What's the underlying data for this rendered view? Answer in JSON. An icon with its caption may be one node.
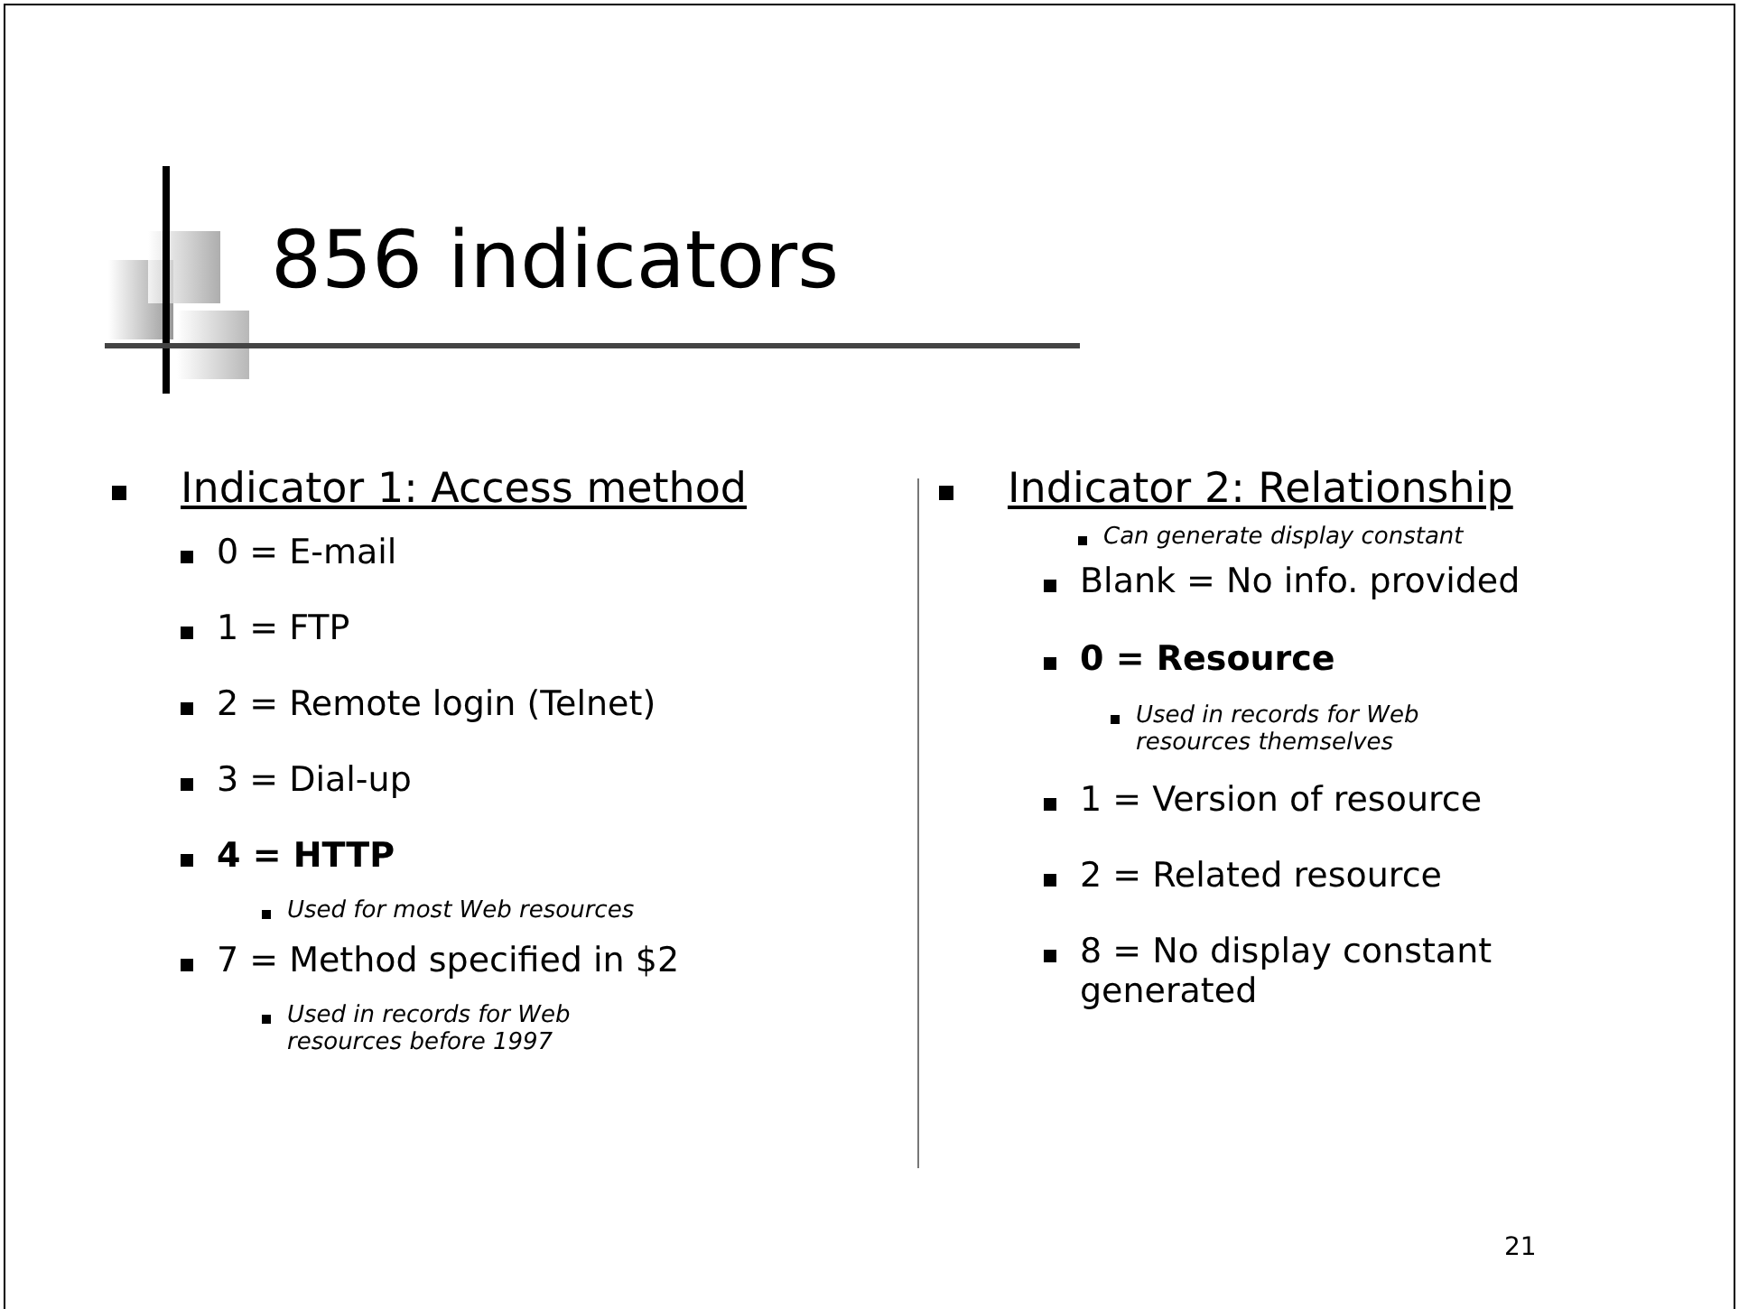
{
  "diagram": {
    "title": "856 indicators",
    "labels": [
      "Indicator 1: Access method",
      "0 = E-mail",
      "1 = FTP",
      "2 = Remote login (Telnet)",
      "3 = Dial-up",
      "4 = HTTP",
      "Used for most Web resources",
      "7 = Method specified in $2",
      "Used in records for Web resources before 1997",
      "Indicator 2: Relationship",
      "Can generate display constant",
      "Blank = No info. provided",
      "0 = Resource",
      "Used in records for Web resources themselves",
      "1 = Version of resource",
      "2 = Related resource",
      "8 = No display constant generated",
      "21"
    ]
  }
}
